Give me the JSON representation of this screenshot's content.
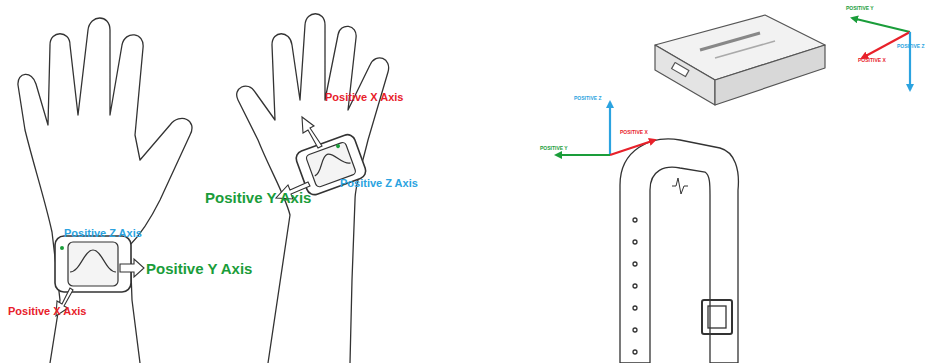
{
  "diagram": {
    "labels": [
      "Positive Z Axis",
      "Positive Y Axis",
      "Positive X Axis",
      "Positive X Axis",
      "Positive Y Axis",
      "Positive Z Axis",
      "POSITIVE Y",
      "POSITIVE X",
      "POSITIVE Z",
      "POSITIVE Z",
      "POSITIVE X",
      "POSITIVE Y"
    ]
  }
}
